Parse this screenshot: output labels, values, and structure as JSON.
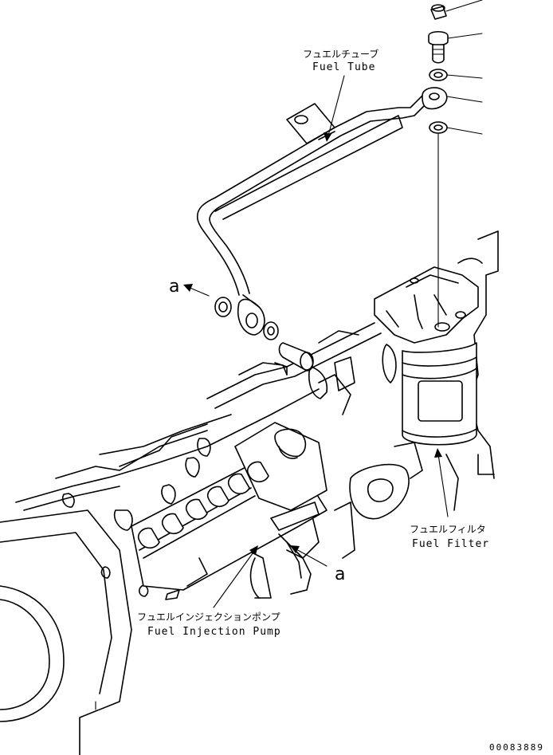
{
  "labels": {
    "fuel_tube_jp": "フュエルチューブ",
    "fuel_tube_en": "Fuel Tube",
    "fuel_filter_jp": "フュエルフィルタ",
    "fuel_filter_en": "Fuel Filter",
    "injection_pump_jp": "フュエルインジェクションポンプ",
    "injection_pump_en": "Fuel Injection Pump",
    "view_a_left": "a",
    "view_a_right": "a"
  },
  "drawing_code": "00083889"
}
